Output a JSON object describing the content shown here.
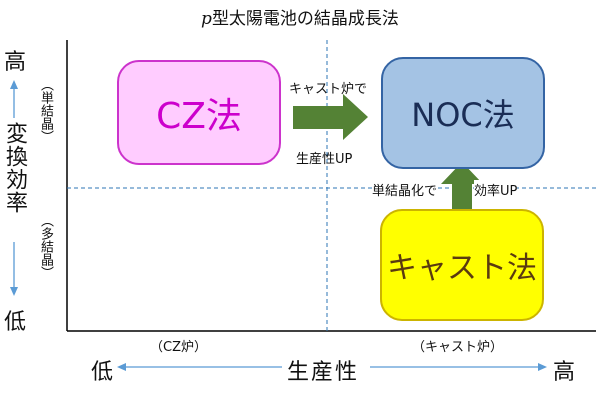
{
  "title_italic": "p",
  "title_rest": "型太陽電池の結晶成長法",
  "y_axis": {
    "top": "高",
    "bottom": "低",
    "label": "変換効率",
    "single_crystal": "（単結晶）",
    "multi_crystal": "（多結晶）"
  },
  "x_axis": {
    "left": "低",
    "right": "高",
    "label": "生産性",
    "cz_furnace": "（CZ炉）",
    "cast_furnace": "（キャスト炉）"
  },
  "boxes": {
    "cz": "CZ法",
    "noc": "NOC法",
    "cast": "キャスト法"
  },
  "arrows": {
    "right_top": "キャスト炉で",
    "right_bottom": "生産性UP",
    "up_left": "単結晶化で",
    "up_right": "効率UP"
  },
  "colors": {
    "arrow_green": "#548235",
    "axis_blue": "#5b9bd5",
    "dashed_blue": "#2e75b6"
  }
}
